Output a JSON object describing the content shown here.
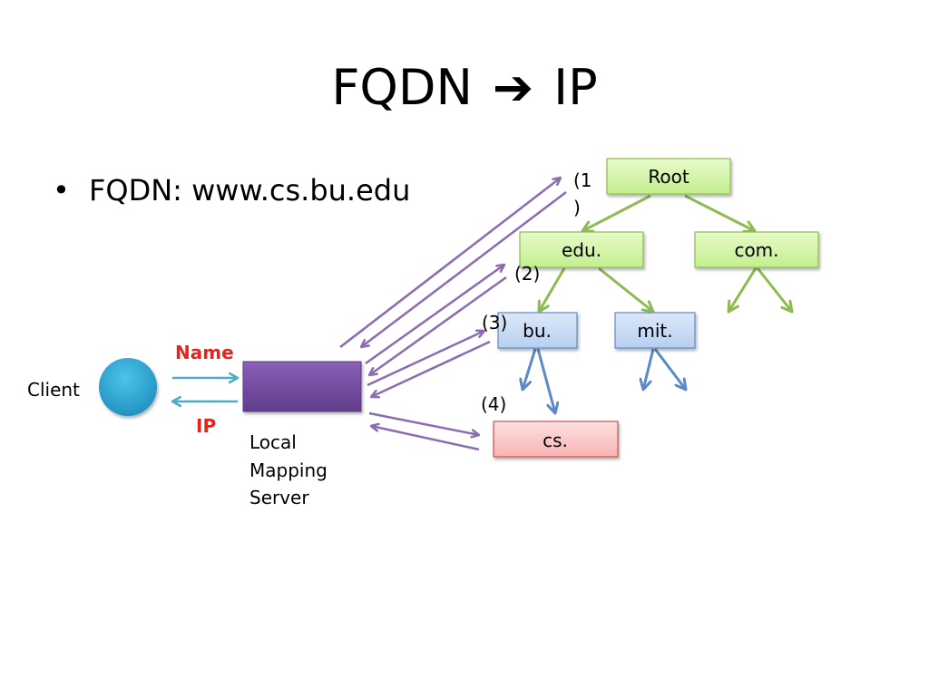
{
  "slide": {
    "title_left": "FQDN",
    "title_arrow": "➔",
    "title_right": "IP",
    "bullet_symbol": "•",
    "bullet_text": "FQDN: www.cs.bu.edu"
  },
  "nodes": {
    "root": "Root",
    "edu": "edu.",
    "com": "com.",
    "bu": "bu.",
    "mit": "mit.",
    "cs": "cs."
  },
  "labels": {
    "client": "Client",
    "name": "Name",
    "ip": "IP",
    "server_line1": "Local",
    "server_line2": "Mapping",
    "server_line3": "Server",
    "step1_line1": "(1",
    "step1_line2": ")",
    "step2": "(2)",
    "step3": "(3)",
    "step4": "(4)"
  },
  "colors": {
    "green_fill": "#d2f5a6",
    "green_stroke": "#8dbb51",
    "blue_fill": "#c9dcf5",
    "blue_stroke": "#5b8ac6",
    "red_fill": "#fbc9c9",
    "red_stroke": "#d05050",
    "purple": "#8b6bb1",
    "teal": "#4bacc6",
    "client_circle": "#3aaad4",
    "server_box": "#7a52a6",
    "label_red": "#e8231e"
  }
}
